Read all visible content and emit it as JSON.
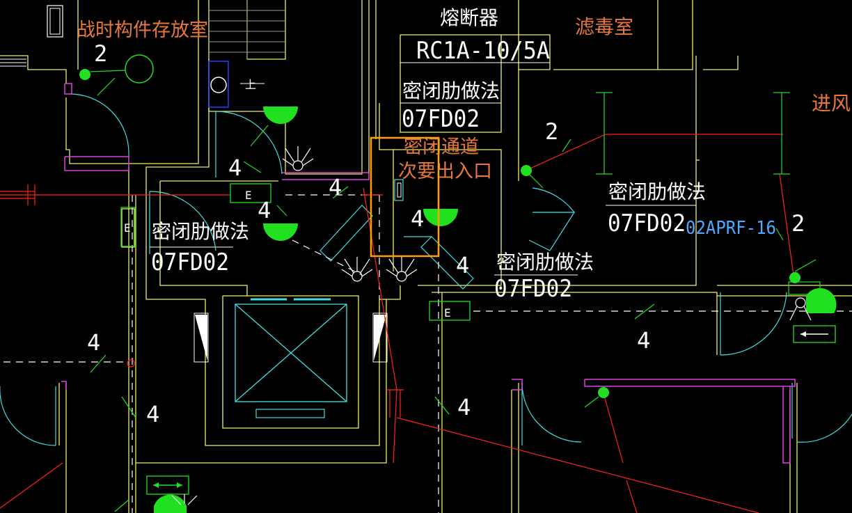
{
  "colors": {
    "background": "#000000",
    "wall": "#f0f060",
    "door": "#40e0e0",
    "magenta": "#e040e0",
    "red": "#ff2020",
    "green": "#20e020",
    "orange_text": "#e8783a",
    "white_text": "#ffffff",
    "blue_text": "#4fa8ff",
    "selection": "#ffa000"
  },
  "labels": {
    "storage_room": "战时构件存放室",
    "fuse": "熔断器",
    "fuse_model": "RC1A-10/5A",
    "filter_room": "滤毒室",
    "air_intake": "进风",
    "airtight_channel_line1": "密闭通道",
    "airtight_channel_line2": "次要出入口",
    "rib_method_1": "密闭肋做法",
    "rib_code_1": "07FD02",
    "rib_method_2": "密闭肋做法",
    "rib_code_2": "07FD02",
    "rib_method_3": "密闭肋做法",
    "rib_code_3": "07FD02",
    "rib_method_4": "密闭肋做法",
    "rib_code_4": "07FD02",
    "prf_code": "02APRF-16",
    "e_box_1": "E",
    "e_box_2": "E",
    "e_box_3": "E",
    "stair_up": "上"
  },
  "wire_counts": {
    "n_top_left": "2",
    "n_mid_1": "4",
    "n_mid_2": "4",
    "n_mid_3": "4",
    "n_mid_4": "4",
    "n_center": "4",
    "n_filter": "2",
    "n_right": "2",
    "n_right_low": "4",
    "n_left_low": "4",
    "n_left_low2": "4",
    "n_bottom_mid": "4"
  }
}
